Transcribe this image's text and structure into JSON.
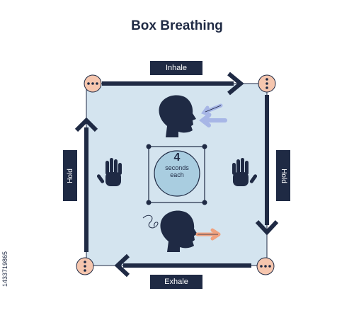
{
  "title": "Box Breathing",
  "steps": {
    "top": "Inhale",
    "right": "Hold",
    "bottom": "Exhale",
    "left": "Hold"
  },
  "center": {
    "number": "4",
    "unit_line1": "seconds",
    "unit_line2": "each"
  },
  "colors": {
    "navy": "#1f2a44",
    "box_fill": "#d4e4ef",
    "corner": "#f6c6ae",
    "inhale_arrow": "#a7b6e6",
    "exhale_arrow": "#f0a17e",
    "center_circle": "#a9cde0"
  },
  "icons": [
    "head-inhale-icon",
    "head-exhale-icon",
    "hand-left-icon",
    "hand-right-icon",
    "dots-icon"
  ],
  "image_id": "1433719865"
}
